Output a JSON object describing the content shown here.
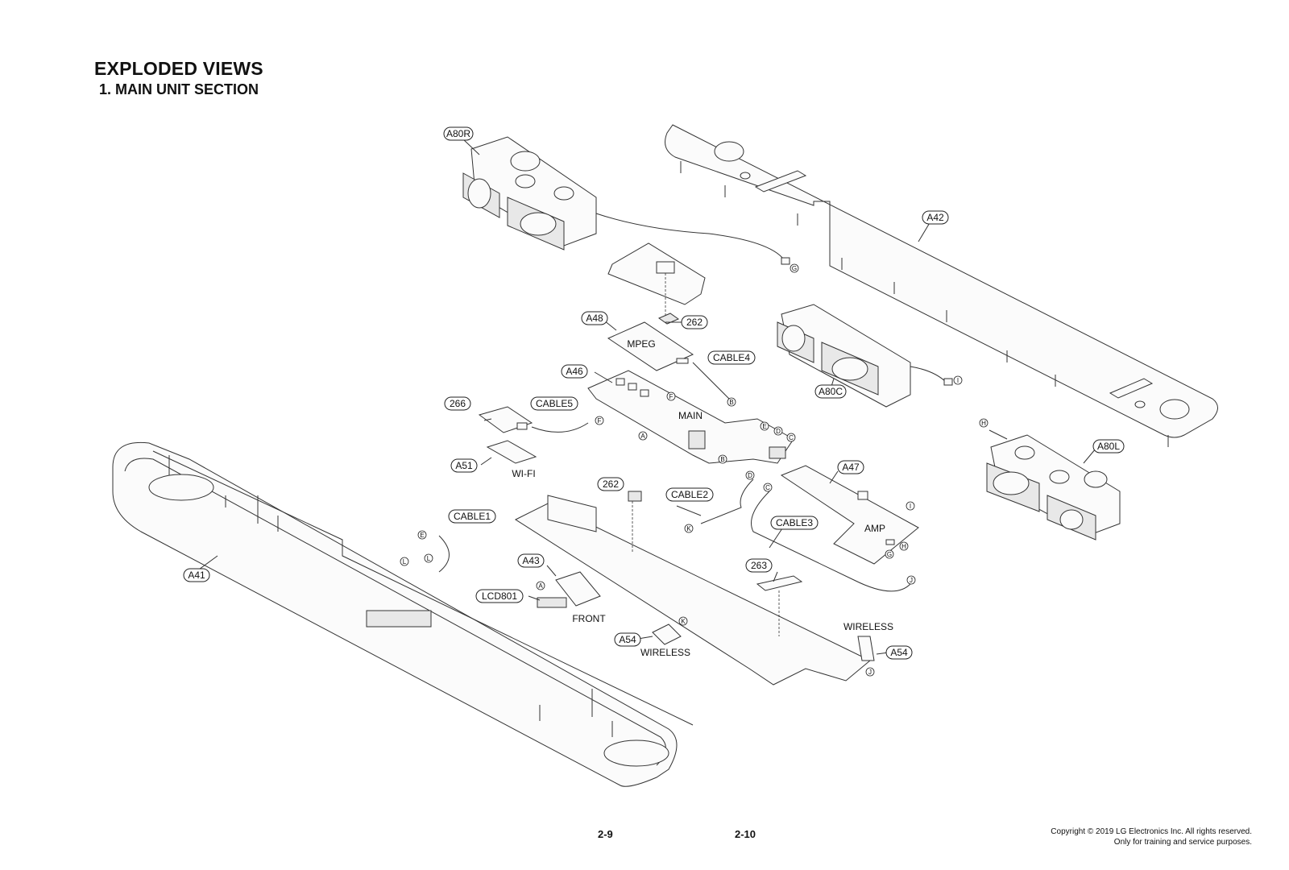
{
  "header": {
    "title": "EXPLODED VIEWS",
    "subtitle": "1. MAIN UNIT SECTION"
  },
  "footer": {
    "page_left": "2-9",
    "page_right": "2-10",
    "copyright_line1": "Copyright © 2019 LG Electronics Inc. All rights reserved.",
    "copyright_line2": "Only for training and service purposes."
  },
  "callouts": {
    "a80r": "A80R",
    "a42": "A42",
    "a80c": "A80C",
    "a80l": "A80L",
    "a48": "A48",
    "p262_top": "262",
    "cable4": "CABLE4",
    "a46": "A46",
    "p266": "266",
    "cable5": "CABLE5",
    "a51": "A51",
    "a47": "A47",
    "p262_mid": "262",
    "cable2": "CABLE2",
    "cable1": "CABLE1",
    "cable3": "CABLE3",
    "a43": "A43",
    "p263": "263",
    "lcd801": "LCD801",
    "a54_left": "A54",
    "a54_right": "A54",
    "a41": "A41"
  },
  "board_labels": {
    "mpeg": "MPEG",
    "main": "MAIN",
    "wifi": "WI-FI",
    "amp": "AMP",
    "front": "FRONT",
    "wireless_left": "WIRELESS",
    "wireless_right": "WIRELESS"
  },
  "connector_pins": {
    "g1": "G",
    "b1": "B",
    "f1": "F",
    "f2": "F",
    "a1": "A",
    "e1": "E",
    "d1": "D",
    "c1": "C",
    "b2": "B",
    "i1": "I",
    "h1": "H",
    "d2": "D",
    "c2": "C",
    "k1": "K",
    "i2": "I",
    "h2": "H",
    "g2": "G",
    "e2": "E",
    "l1": "L",
    "l2": "L",
    "j1": "J",
    "a2": "A",
    "k2": "K",
    "j2": "J"
  }
}
